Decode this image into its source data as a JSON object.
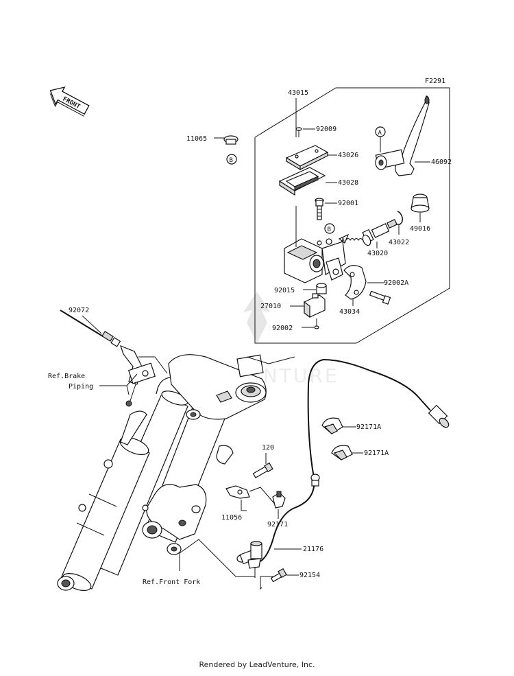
{
  "figure_code": "F2291",
  "front_arrow_label": "FRONT",
  "watermark": "LEADVENTURE",
  "footer": "Rendered by LeadVenture, Inc.",
  "callouts": {
    "A": "A",
    "B": "B"
  },
  "parts": {
    "p43015": "43015",
    "p92009": "92009",
    "p11065": "11065",
    "p43026": "43026",
    "p46092": "46092",
    "p43028": "43028",
    "p92001": "92001",
    "p49016": "49016",
    "p43022": "43022",
    "p43020": "43020",
    "p92002A": "92002A",
    "p92015": "92015",
    "p27010": "27010",
    "p43034": "43034",
    "p92002": "92002",
    "p92072": "92072",
    "p92171A_1": "92171A",
    "p92171A_2": "92171A",
    "p120": "120",
    "p11056": "11056",
    "p92171": "92171",
    "p21176": "21176",
    "p92154": "92154"
  },
  "refs": {
    "brake_line1": "Ref.Brake",
    "brake_line2": "Piping",
    "front_fork": "Ref.Front Fork"
  }
}
